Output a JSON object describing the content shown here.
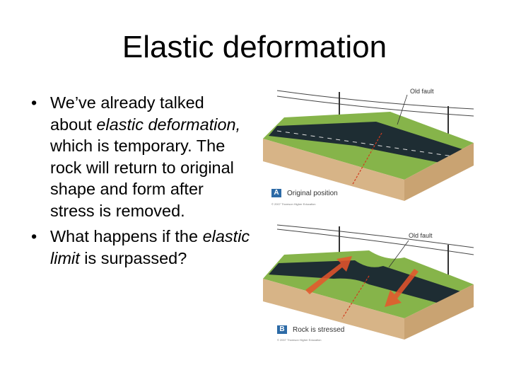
{
  "slide": {
    "title": "Elastic deformation",
    "bullets": [
      {
        "parts": [
          {
            "text": "We’ve already talked about ",
            "italic": false
          },
          {
            "text": "elastic deformation,",
            "italic": true
          },
          {
            "text": "  which is temporary.  The rock will return to original shape and form after stress is removed.",
            "italic": false
          }
        ]
      },
      {
        "parts": [
          {
            "text": "What happens if the ",
            "italic": false
          },
          {
            "text": "elastic limit",
            "italic": true
          },
          {
            "text": "  is surpassed?",
            "italic": false
          }
        ]
      }
    ],
    "bullet_glyph": "•"
  },
  "figure_a": {
    "badge": "A",
    "caption": "Original position",
    "callout": "Old fault",
    "credit": "© 2007 Thomson Higher Education"
  },
  "figure_b": {
    "badge": "B",
    "caption": "Rock is stressed",
    "callout": "Old fault",
    "credit": "© 2007 Thomson Higher Education"
  },
  "colors": {
    "badge": "#2c6aa6",
    "road": "#1e2d33",
    "grass": "#7fae3a",
    "soil": "#d9b78a",
    "fault": "#d23b1e",
    "arrow": "#e8552c"
  }
}
